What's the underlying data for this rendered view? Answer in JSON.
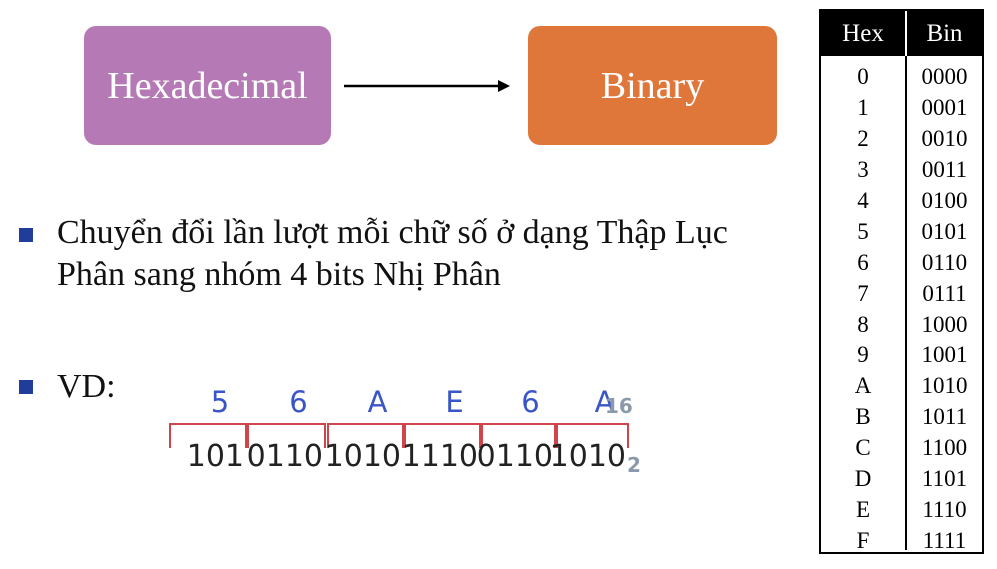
{
  "diagram": {
    "from_label": "Hexadecimal",
    "to_label": "Binary",
    "colors": {
      "from_box": "#b57ab5",
      "to_box": "#e0773a"
    }
  },
  "bullets": [
    "Chuyển đổi lần lượt mỗi chữ số ở dạng Thập Lục Phân sang nhóm 4 bits Nhị Phân",
    "VD:"
  ],
  "example": {
    "hex_digits": [
      "5",
      "6",
      "A",
      "E",
      "6",
      "A"
    ],
    "hex_base": "16",
    "binary_groups": [
      "101",
      "0110",
      "1010",
      "1110",
      "0110",
      "1010"
    ],
    "binary_base": "2"
  },
  "table": {
    "headers": [
      "Hex",
      "Bin"
    ],
    "rows": [
      [
        "0",
        "0000"
      ],
      [
        "1",
        "0001"
      ],
      [
        "2",
        "0010"
      ],
      [
        "3",
        "0011"
      ],
      [
        "4",
        "0100"
      ],
      [
        "5",
        "0101"
      ],
      [
        "6",
        "0110"
      ],
      [
        "7",
        "0111"
      ],
      [
        "8",
        "1000"
      ],
      [
        "9",
        "1001"
      ],
      [
        "A",
        "1010"
      ],
      [
        "B",
        "1011"
      ],
      [
        "C",
        "1100"
      ],
      [
        "D",
        "1101"
      ],
      [
        "E",
        "1110"
      ],
      [
        "F",
        "1111"
      ]
    ]
  }
}
